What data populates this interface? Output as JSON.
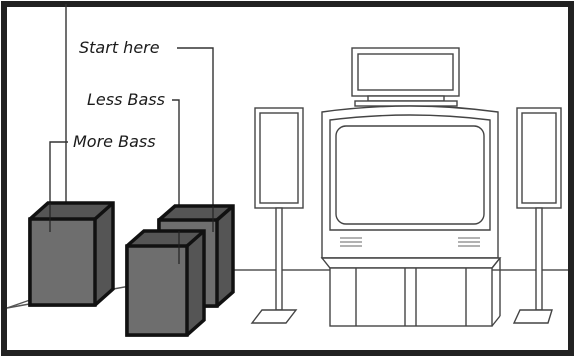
{
  "labels": {
    "start_here": "Start here",
    "less_bass": "Less Bass",
    "more_bass": "More Bass"
  },
  "colors": {
    "line": "#2b2b2b",
    "subwoofer_fill": "#6e6e6e",
    "subwoofer_side": "#555555",
    "background": "#ffffff"
  }
}
